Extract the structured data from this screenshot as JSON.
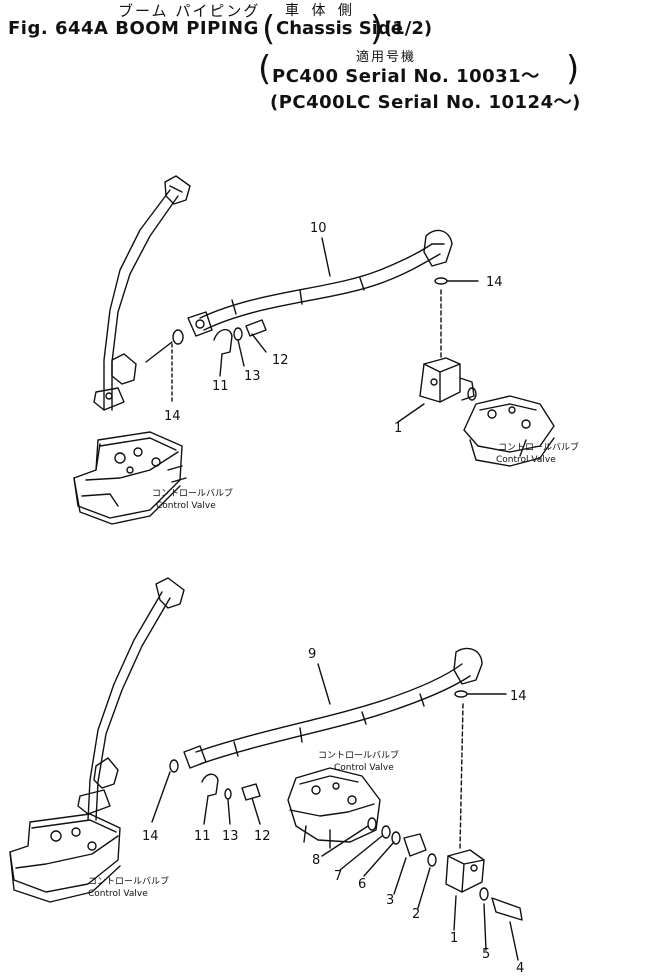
{
  "title": {
    "jp_name": "ブーム パイピング",
    "jp_side": "車 体 側",
    "fig_label": "Fig. 644A BOOM PIPING",
    "side": "Chassis Side",
    "page": "(1/2)",
    "applicable_jp": "適用号機",
    "serial_1": "PC400    Serial No. 10031～",
    "serial_2": "(PC400LC Serial No. 10124～)"
  },
  "labels": {
    "control_valve_jp": "コントロールバルブ",
    "control_valve_en": "Control Valve"
  },
  "top_view": {
    "callouts": {
      "hose": "10",
      "oring_right": "14",
      "oring_left": "14",
      "clamp": "11",
      "washer": "13",
      "bolt": "12",
      "valve": "1"
    }
  },
  "bottom_view": {
    "callouts": {
      "hose": "9",
      "oring_right": "14",
      "oring_left": "14",
      "clamp": "11",
      "washer": "13",
      "bolt": "12",
      "ring8": "8",
      "ring7": "7",
      "ring6": "6",
      "flange3": "3",
      "ring2": "2",
      "valve": "1",
      "washer5": "5",
      "bolt4": "4"
    }
  }
}
